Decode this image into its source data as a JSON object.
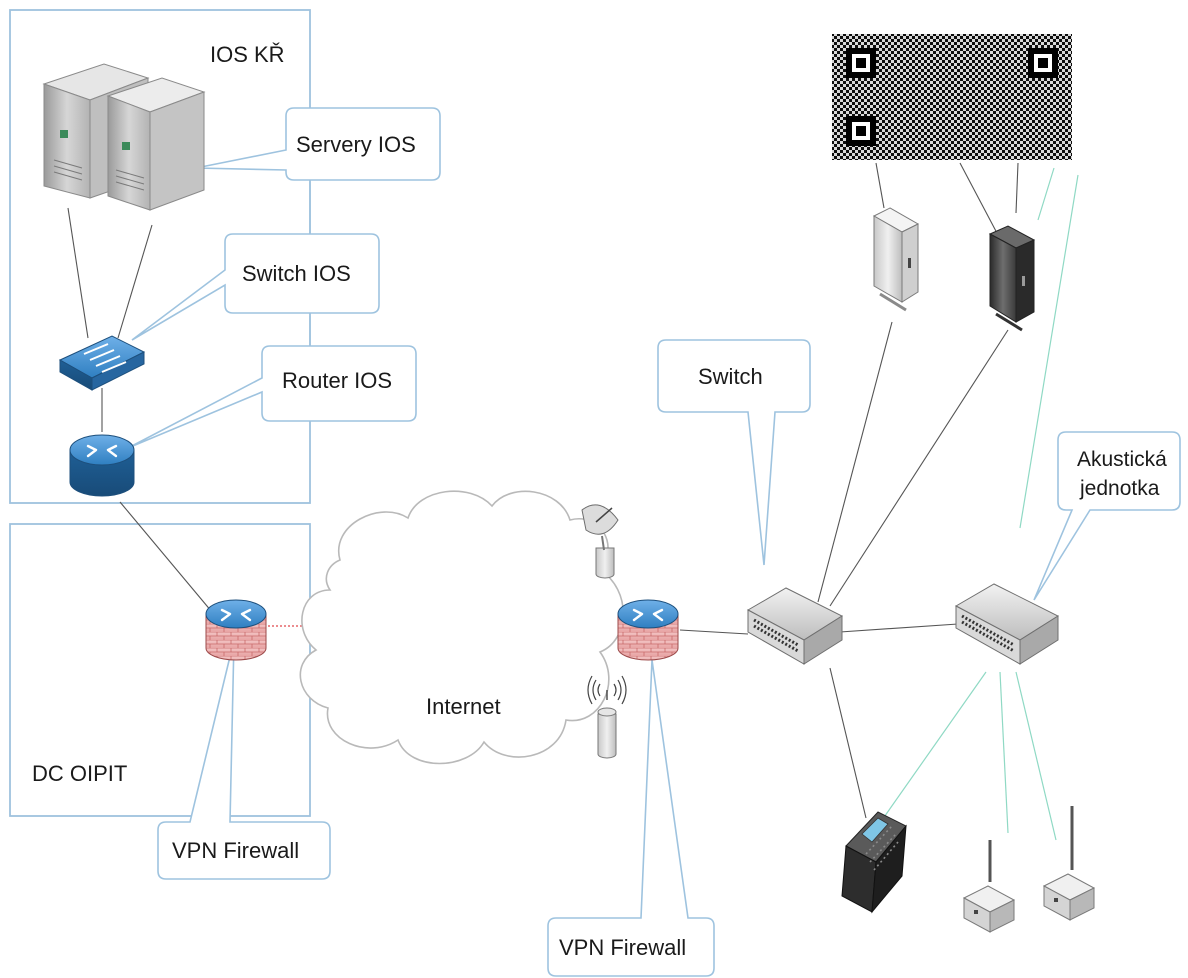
{
  "zones": {
    "ios_kr": "IOS KŘ",
    "dc_oipit": "DC OIPIT"
  },
  "labels": {
    "servery_ios": "Servery IOS",
    "switch_ios": "Switch IOS",
    "router_ios": "Router IOS",
    "internet": "Internet",
    "switch": "Switch",
    "akusticka_line1": "Akustická",
    "akusticka_line2": "jednotka",
    "vpn_firewall_left": "VPN Firewall",
    "vpn_firewall_right": "VPN Firewall"
  },
  "icons": {
    "servers": "server-tower-icon",
    "switch_ios": "network-switch-icon",
    "router_ios": "router-icon",
    "firewall": "firewall-router-icon",
    "satellite": "satellite-dish-icon",
    "antenna": "wireless-antenna-icon",
    "rack_switch": "rack-switch-icon",
    "modem": "modem-icon",
    "phone": "ip-phone-icon",
    "sensor": "acoustic-sensor-icon",
    "qr": "qr-code-icon"
  },
  "colors": {
    "zone_border": "#9fc2de",
    "callout_border": "#9ec3df",
    "link_gray": "#555555",
    "link_green": "#8fd9c4",
    "vpn_tunnel": "#e0474c",
    "device_blue": "#2f7fc1"
  }
}
